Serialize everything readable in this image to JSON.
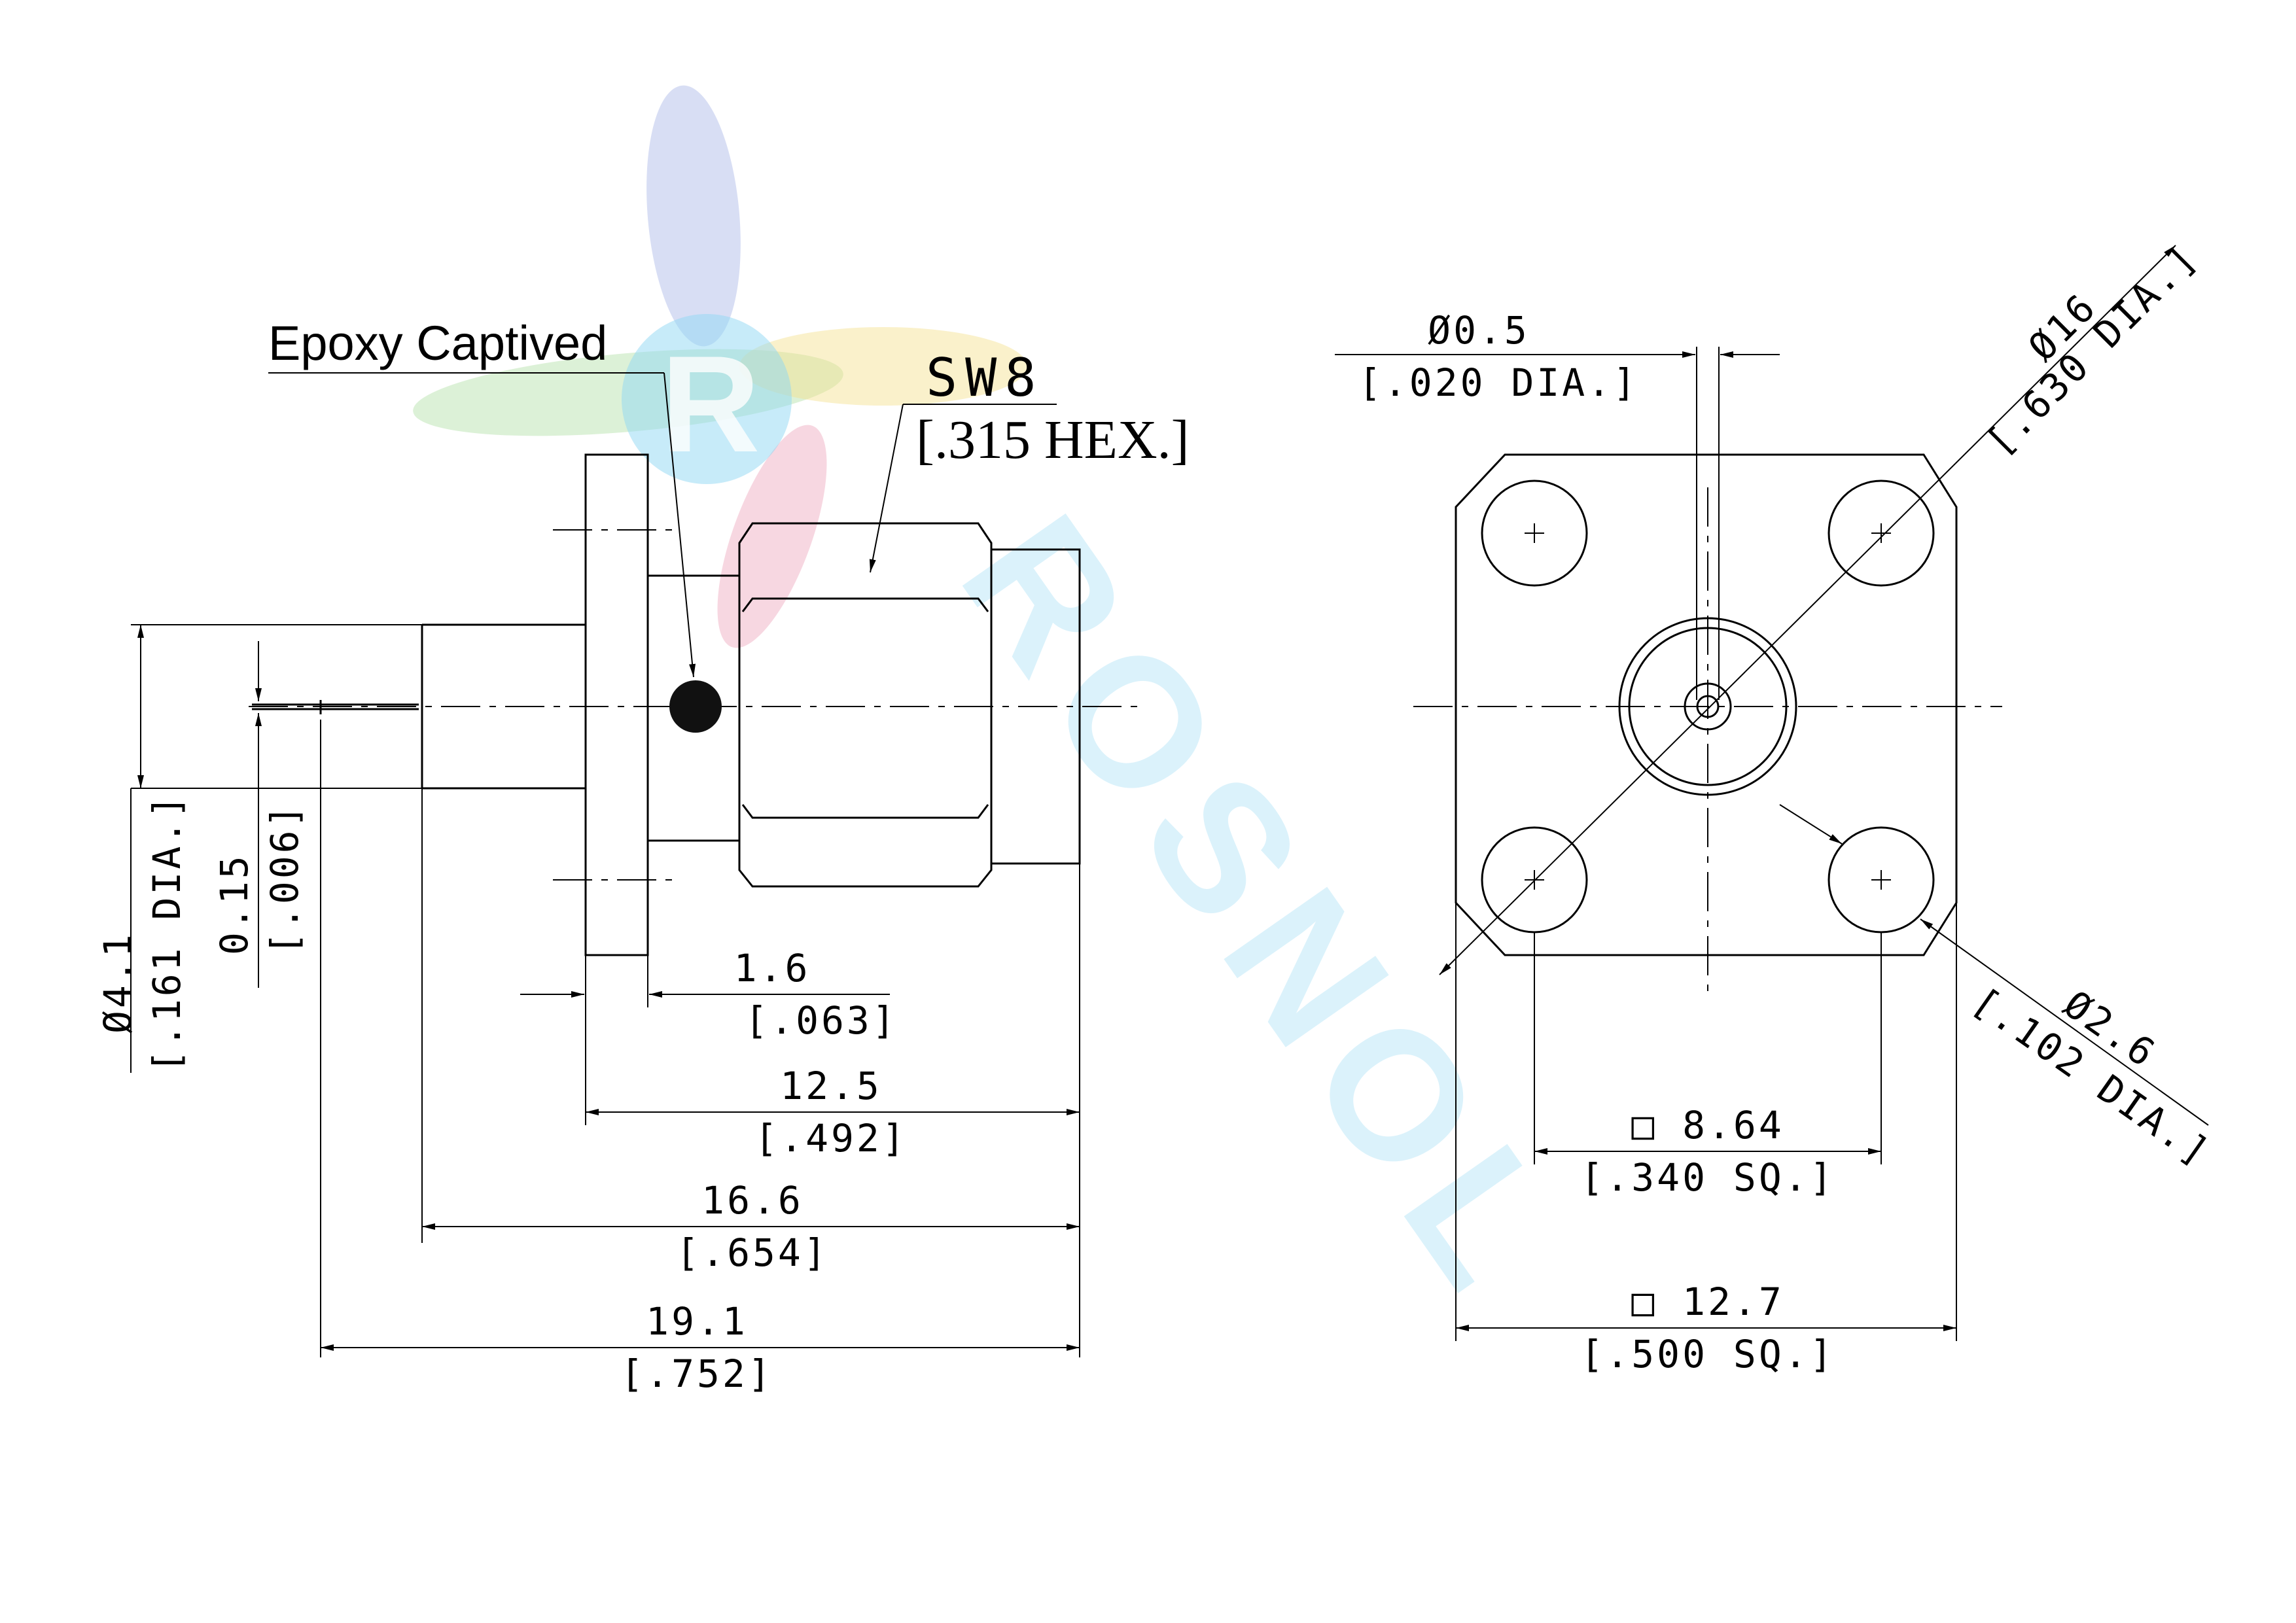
{
  "notes": {
    "epoxy": "Epoxy Captived",
    "hex_size": "SW8",
    "hex_inch": "[.315 HEX.]"
  },
  "watermark": {
    "text": "ROSNOL",
    "logo_letter": "R",
    "colors": [
      "#8fa0e0",
      "#9bd88b",
      "#f4e08c",
      "#e88ba8",
      "#8fd8f4"
    ]
  },
  "side_view": {
    "dia_4_1": "Ø4.1",
    "dia_4_1_inch": "[.161 DIA.]",
    "pin_0_15": "0.15",
    "pin_0_15_inch": "[.006]",
    "flange_1_6": "1.6",
    "flange_1_6_inch": "[.063]",
    "len_12_5": "12.5",
    "len_12_5_inch": "[.492]",
    "len_16_6": "16.6",
    "len_16_6_inch": "[.654]",
    "len_19_1": "19.1",
    "len_19_1_inch": "[.752]"
  },
  "front_view": {
    "pin_dia": "Ø0.5",
    "pin_dia_inch": "[.020 DIA.]",
    "bolt_circle": "Ø16",
    "bolt_circle_inch": "[.630 DIA.]",
    "hole_dia": "Ø2.6",
    "hole_dia_inch": "[.102 DIA.]",
    "hole_spacing": "□ 8.64",
    "hole_spacing_inch": "[.340 SQ.]",
    "flange_size": "□ 12.7",
    "flange_size_inch": "[.500 SQ.]"
  }
}
